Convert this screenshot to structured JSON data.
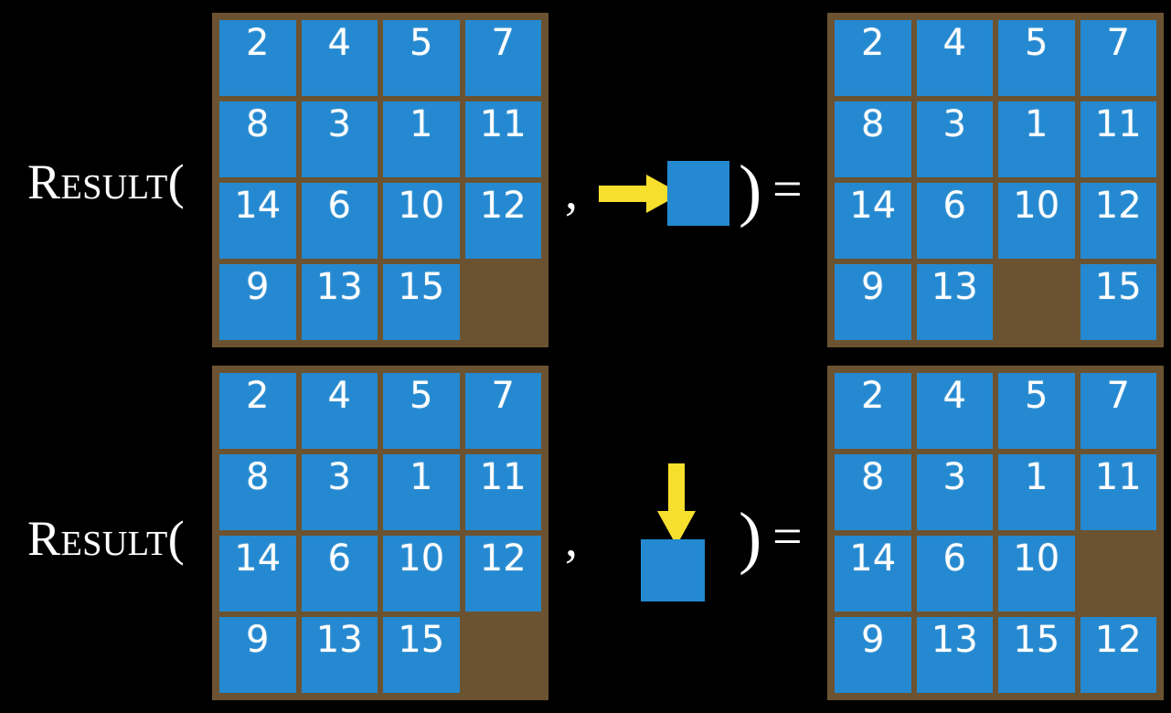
{
  "page": {
    "background_color": "#000000",
    "tile_color": "#2489D0",
    "board_color": "#6B5331",
    "arrow_color": "#F7DF2E",
    "text_color": "#FFFFFF"
  },
  "rows": [
    {
      "id": "row-top",
      "label": "Result(",
      "comma": ",",
      "close_paren": ")",
      "equals": "=",
      "move": {
        "direction": "right",
        "arrow_icon": "arrow-right-icon",
        "tile_label": ""
      },
      "input_board": {
        "caption": "input-state",
        "cells": [
          [
            "2",
            "4",
            "5",
            "7"
          ],
          [
            "8",
            "3",
            "1",
            "11"
          ],
          [
            "14",
            "6",
            "10",
            "12"
          ],
          [
            "9",
            "13",
            "15",
            ""
          ]
        ]
      },
      "output_board": {
        "caption": "result-state",
        "cells": [
          [
            "2",
            "4",
            "5",
            "7"
          ],
          [
            "8",
            "3",
            "1",
            "11"
          ],
          [
            "14",
            "6",
            "10",
            "12"
          ],
          [
            "9",
            "13",
            "",
            "15"
          ]
        ]
      }
    },
    {
      "id": "row-bottom",
      "label": "Result(",
      "comma": ",",
      "close_paren": ")",
      "equals": "=",
      "move": {
        "direction": "down",
        "arrow_icon": "arrow-down-icon",
        "tile_label": ""
      },
      "input_board": {
        "caption": "input-state",
        "cells": [
          [
            "2",
            "4",
            "5",
            "7"
          ],
          [
            "8",
            "3",
            "1",
            "11"
          ],
          [
            "14",
            "6",
            "10",
            "12"
          ],
          [
            "9",
            "13",
            "15",
            ""
          ]
        ]
      },
      "output_board": {
        "caption": "result-state",
        "cells": [
          [
            "2",
            "4",
            "5",
            "7"
          ],
          [
            "8",
            "3",
            "1",
            "11"
          ],
          [
            "14",
            "6",
            "10",
            ""
          ],
          [
            "9",
            "13",
            "15",
            "12"
          ]
        ]
      }
    }
  ]
}
